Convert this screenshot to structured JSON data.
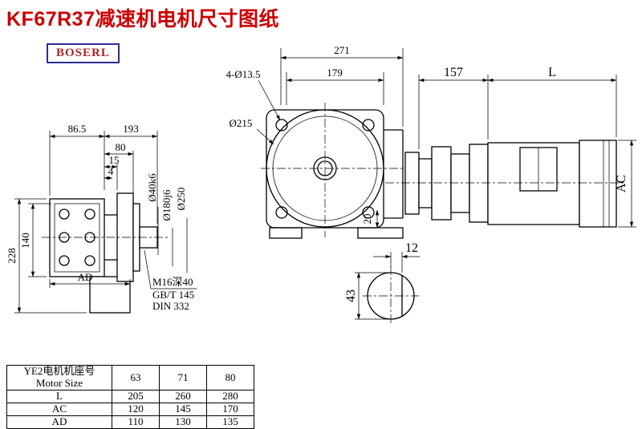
{
  "page": {
    "title": "KF67R37减速机电机尺寸图纸",
    "brand": "BOSERL",
    "accent_red": "#cc0000",
    "brand_border_blue": "#2b2b96",
    "line_color": "#000000",
    "background": "#ffffff"
  },
  "left_view": {
    "dim_86_5": "86.5",
    "dim_193": "193",
    "dim_80": "80",
    "dim_15": "15",
    "dim_4": "4",
    "dim_228": "228",
    "dim_140": "140",
    "dim_AD": "AD",
    "dia_shaft": "Ø40k6",
    "dia_spigot": "Ø180j6",
    "dia_flange": "Ø250",
    "tap_note_1": "M16深40",
    "tap_note_2": "GB/T 145",
    "tap_note_3": "DIN 332"
  },
  "front_view": {
    "dim_271": "271",
    "dim_179": "179",
    "holes_note": "4-Ø13.5",
    "dia_215": "Ø215",
    "dim_20": "20"
  },
  "motor_view": {
    "dim_157": "157",
    "dim_L": "L",
    "dim_AC": "AC"
  },
  "shaft_section": {
    "dim_12": "12",
    "dim_43": "43"
  },
  "table": {
    "header_cn": "YE2电机机座号",
    "header_en": "Motor Size",
    "sizes": [
      "63",
      "71",
      "80"
    ],
    "rows": [
      {
        "label": "L",
        "values": [
          "205",
          "260",
          "280"
        ]
      },
      {
        "label": "AC",
        "values": [
          "120",
          "145",
          "170"
        ]
      },
      {
        "label": "AD",
        "values": [
          "110",
          "130",
          "135"
        ]
      }
    ]
  }
}
